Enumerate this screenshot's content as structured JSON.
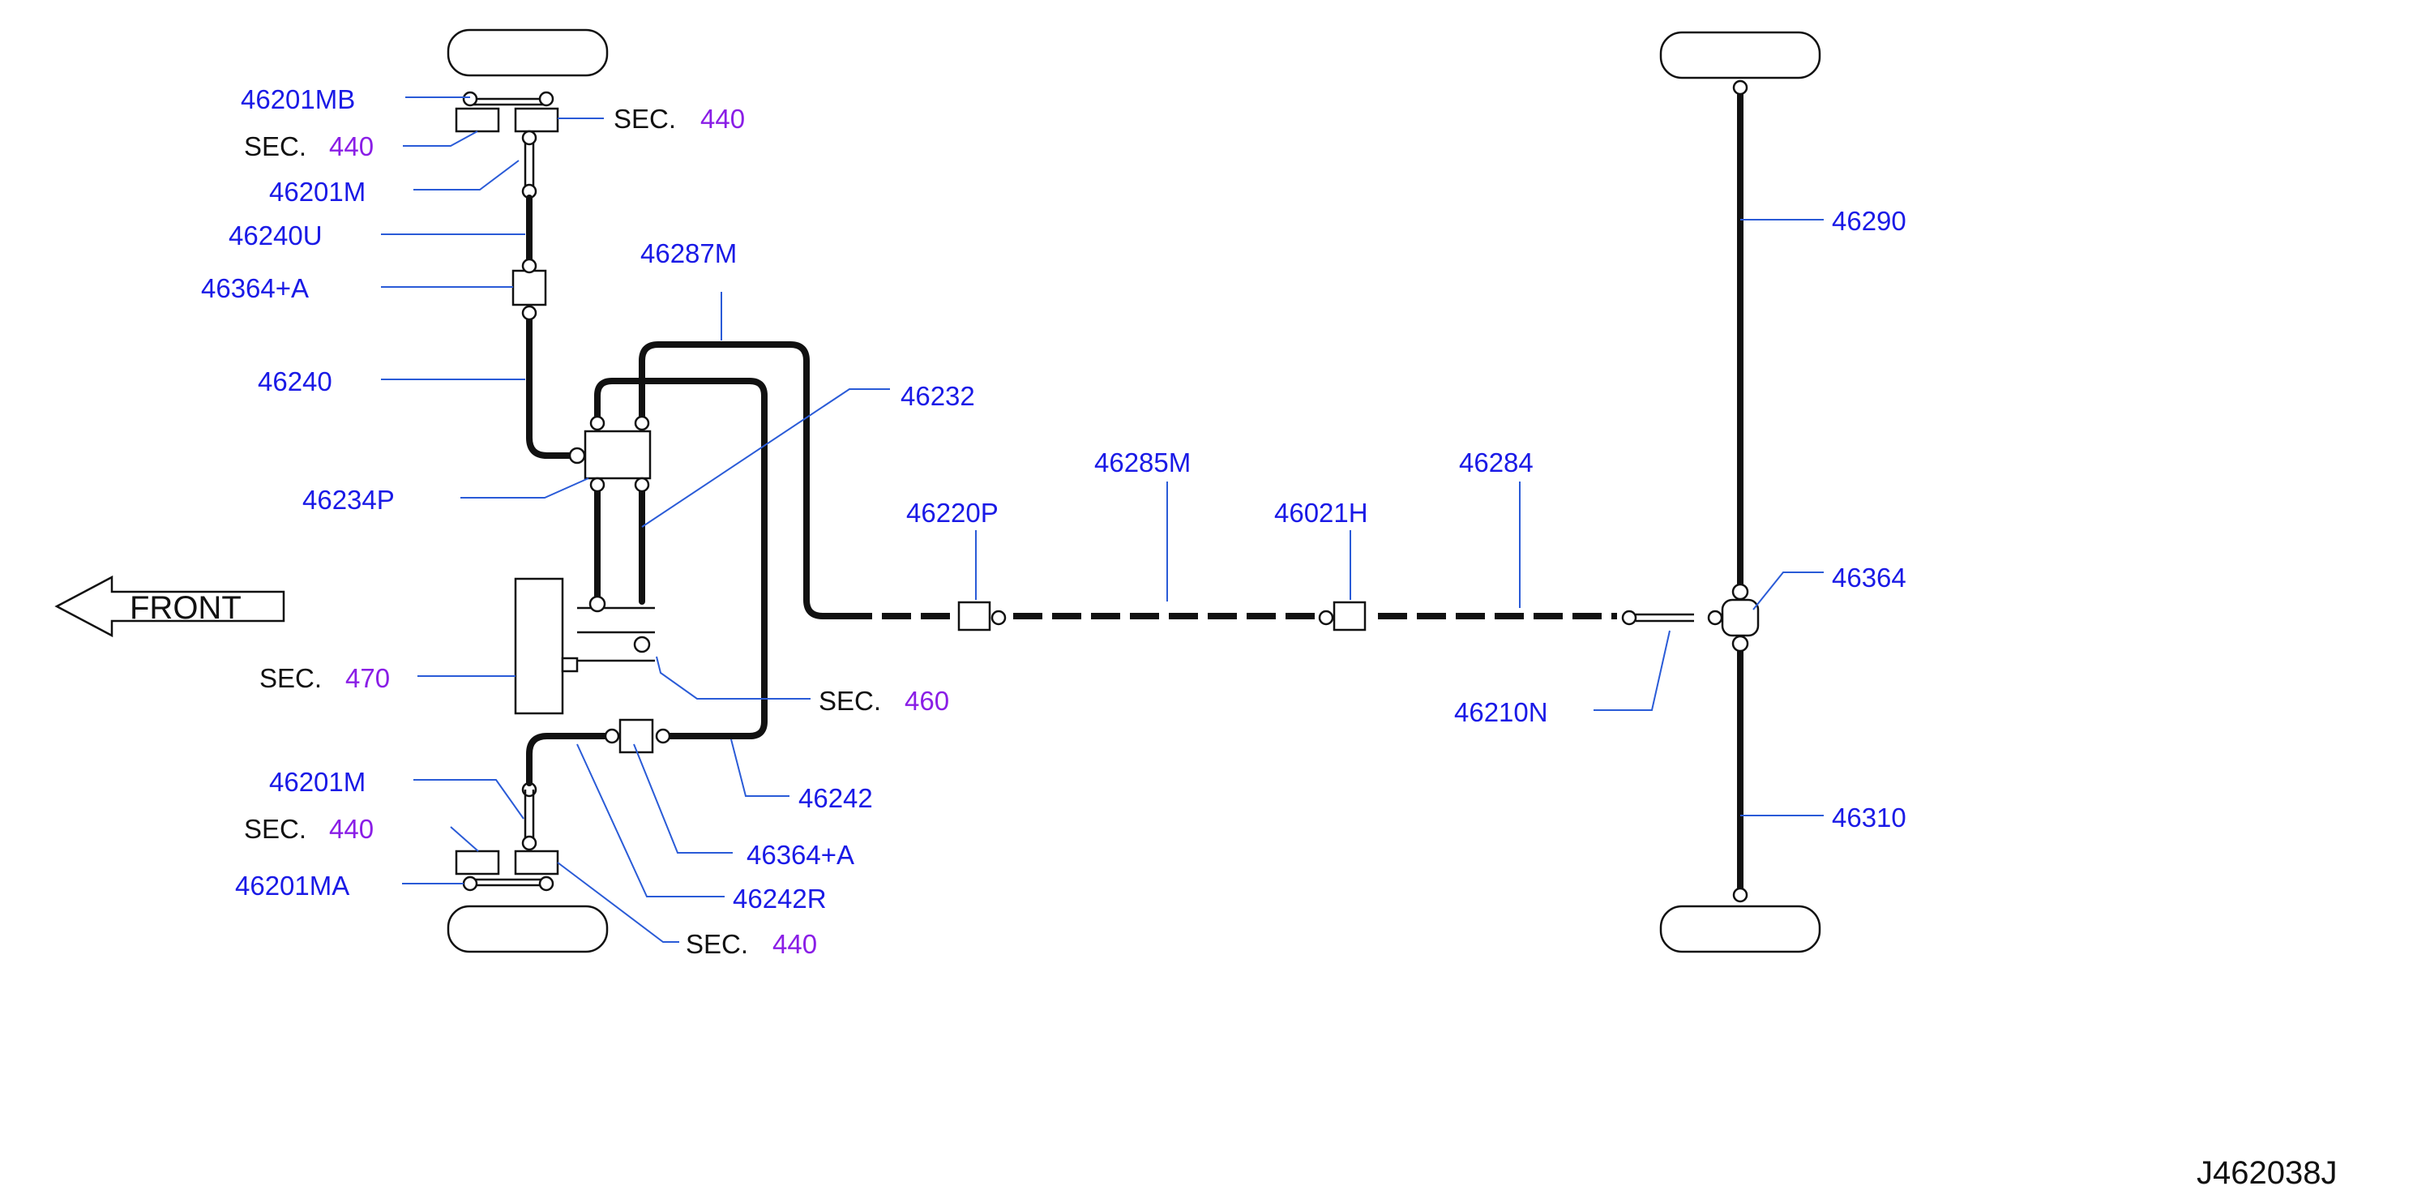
{
  "diagram_code": "J462038J",
  "front_label": "FRONT",
  "sec_prefix": "SEC.",
  "colors": {
    "part_number": "#1a1ae6",
    "section_number": "#8a1ee6",
    "leader_line": "#2a5bd7",
    "pipe": "#111111"
  },
  "parts": {
    "p46201MB": "46201MB",
    "p46201M_top": "46201M",
    "p46240U": "46240U",
    "p46364A_top": "46364+A",
    "p46240": "46240",
    "p46234P": "46234P",
    "p46287M": "46287M",
    "p46232": "46232",
    "p46220P": "46220P",
    "p46285M": "46285M",
    "p46021H": "46021H",
    "p46284": "46284",
    "p46290": "46290",
    "p46364": "46364",
    "p46210N": "46210N",
    "p46310": "46310",
    "p46242": "46242",
    "p46364A_bottom": "46364+A",
    "p46242R": "46242R",
    "p46201M_bottom": "46201M",
    "p46201MA": "46201MA"
  },
  "sections": {
    "top_right": "440",
    "top_left": "440",
    "left_470": "470",
    "mid_460": "460",
    "bottom_left": "440",
    "bottom_right": "440"
  }
}
